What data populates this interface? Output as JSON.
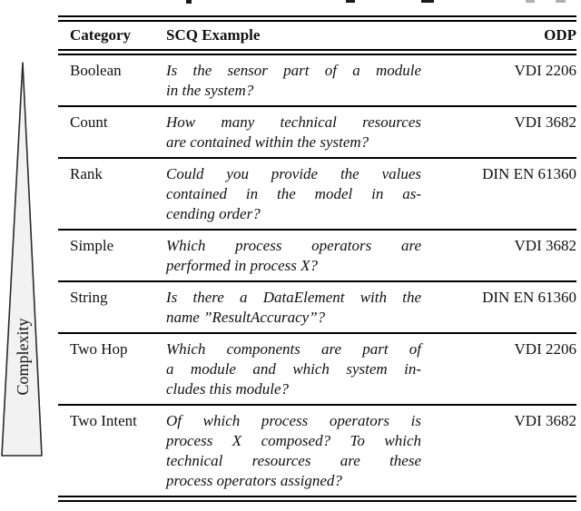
{
  "page": {
    "background": "#ffffff",
    "text_color": "#111111",
    "rule_color": "#000000"
  },
  "complexity_axis": {
    "label": "Complexity",
    "fill": "#f2f2f2",
    "stroke": "#2a2a2a",
    "direction": "increasing-downward"
  },
  "table": {
    "headers": [
      "Category",
      "SCQ Example",
      "ODP"
    ],
    "rows": [
      {
        "category": "Boolean",
        "example_lines": [
          "Is the sensor part of a module",
          "in the system?"
        ],
        "odp": "VDI 2206"
      },
      {
        "category": "Count",
        "example_lines": [
          "How many technical resources",
          "are contained within the system?"
        ],
        "odp": "VDI 3682"
      },
      {
        "category": "Rank",
        "example_lines": [
          "Could you provide the values",
          "contained in the model in as-",
          "cending order?"
        ],
        "odp": "DIN EN 61360"
      },
      {
        "category": "Simple",
        "example_lines": [
          "Which process operators are",
          "performed in process X?"
        ],
        "odp": "VDI 3682"
      },
      {
        "category": "String",
        "example_lines": [
          "Is there a DataElement with the",
          "name ”ResultAccuracy”?"
        ],
        "odp": "DIN EN 61360"
      },
      {
        "category": "Two Hop",
        "example_lines": [
          "Which components are part of",
          "a module and which system in-",
          "cludes this module?"
        ],
        "odp": "VDI 2206"
      },
      {
        "category": "Two Intent",
        "example_lines": [
          "Of which process operators is",
          "process X composed? To which",
          "technical resources are these",
          "process operators assigned?"
        ],
        "odp": "VDI 3682"
      }
    ]
  }
}
